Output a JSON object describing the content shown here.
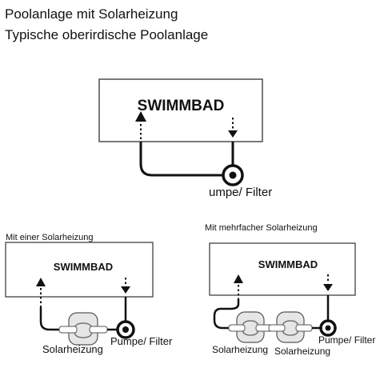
{
  "header": {
    "title": "Poolanlage mit Solarheizung",
    "subtitle": "Typische oberirdische Poolanlage"
  },
  "diagrams": {
    "typical": {
      "pool_label": "SWIMMBAD",
      "pump_label": "umpe/ Filter"
    },
    "single": {
      "caption": "Mit einer Solarheizung",
      "pool_label": "SWIMMBAD",
      "heater_label": "Solarheizung",
      "pump_label": "Pumpe/ Filter"
    },
    "multiple": {
      "caption": "Mit mehrfacher Solarheizung",
      "pool_label": "SWIMMBAD",
      "heater_labels": [
        "Solarheizung",
        "Solarheizung"
      ],
      "pump_label": "Pumpe/ Filter"
    }
  },
  "colors": {
    "line": "#111111",
    "box_border": "#333333",
    "heater_fill": "#e6e6e6"
  }
}
